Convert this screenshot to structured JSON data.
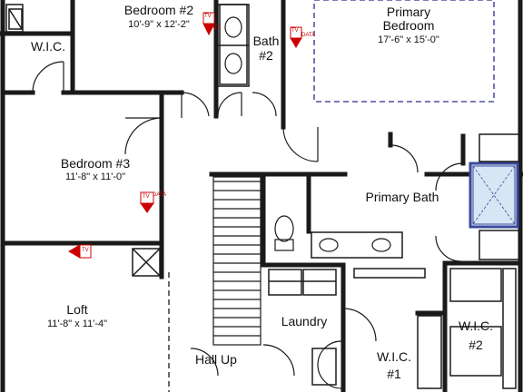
{
  "rooms": {
    "bedroom2": {
      "name": "Bedroom #2",
      "dims": "10'-9\" x 12'-2\""
    },
    "bath2": {
      "name_line1": "Bath",
      "name_line2": "#2"
    },
    "primary_bedroom": {
      "name_line1": "Primary",
      "name_line2": "Bedroom",
      "dims": "17'-6\" x 15'-0\""
    },
    "wic_left": {
      "name": "W.I.C."
    },
    "bedroom3": {
      "name": "Bedroom #3",
      "dims": "11'-8\" x 11'-0\""
    },
    "primary_bath": {
      "name": "Primary Bath"
    },
    "loft": {
      "name": "Loft",
      "dims": "11'-8\" x 11'-4\""
    },
    "laundry": {
      "name": "Laundry"
    },
    "hall_up": {
      "name": "Hall Up"
    },
    "wic1": {
      "name_line1": "W.I.C.",
      "name_line2": "#1"
    },
    "wic2": {
      "name_line1": "W.I.C.",
      "name_line2": "#2"
    }
  },
  "tv_markers": {
    "tv": "TV",
    "data": "DATA"
  },
  "colors": {
    "wall": "#1a1a1a",
    "tv_marker": "#cc0000",
    "ceiling_outline": "#2b2b8c",
    "shower_glass": "#d7e6f5",
    "shower_frame": "#3a4a9a"
  }
}
